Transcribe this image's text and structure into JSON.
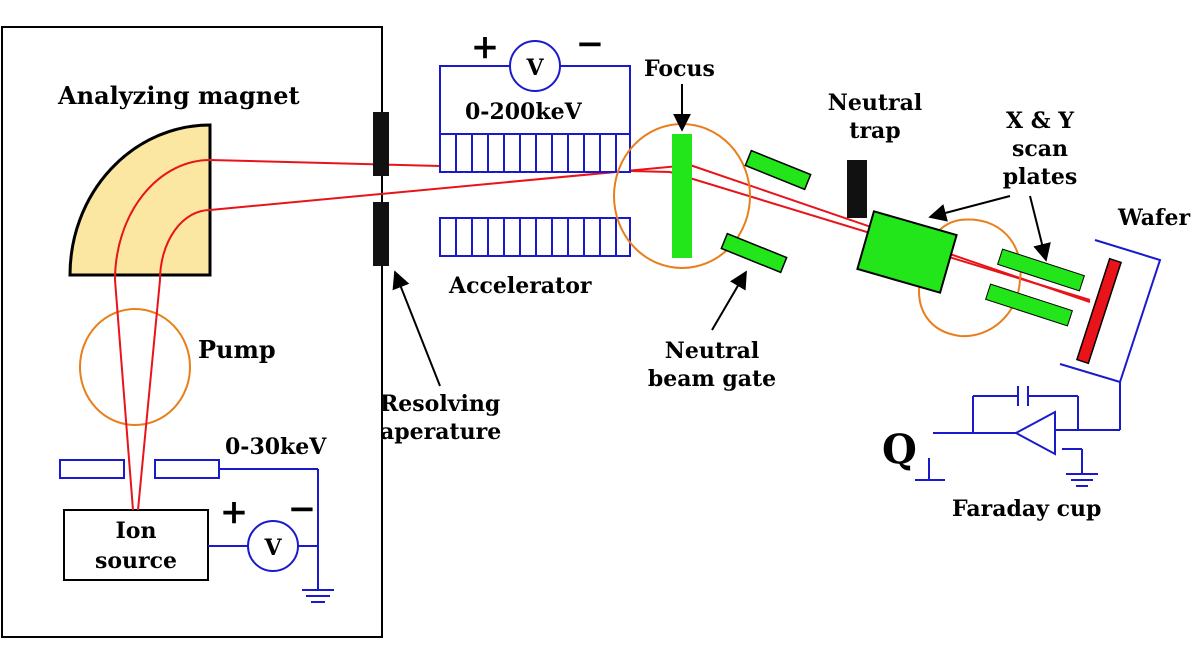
{
  "labels": {
    "analyzing_magnet": "Analyzing magnet",
    "pump": "Pump",
    "ion_source_line1": "Ion",
    "ion_source_line2": "source",
    "source_voltage": "0-30keV",
    "resolving_line1": "Resolving",
    "resolving_line2": "aperature",
    "accel_voltage": "0-200keV",
    "accelerator": "Accelerator",
    "focus": "Focus",
    "neutral_trap_line1": "Neutral",
    "neutral_trap_line2": "trap",
    "neutral_gate_line1": "Neutral",
    "neutral_gate_line2": "beam gate",
    "scan_line1": "X & Y",
    "scan_line2": "scan",
    "scan_line3": "plates",
    "wafer": "Wafer",
    "faraday_cup": "Faraday cup",
    "charge": "Q",
    "voltmeter": "V",
    "plus": "+",
    "minus": "−"
  },
  "colors": {
    "beam": "#e8141a",
    "circuit": "#1a1acc",
    "green": "#22e51a",
    "orange": "#e87f1a",
    "magnet": "#fbe7a1",
    "wafer": "#e8141a"
  }
}
